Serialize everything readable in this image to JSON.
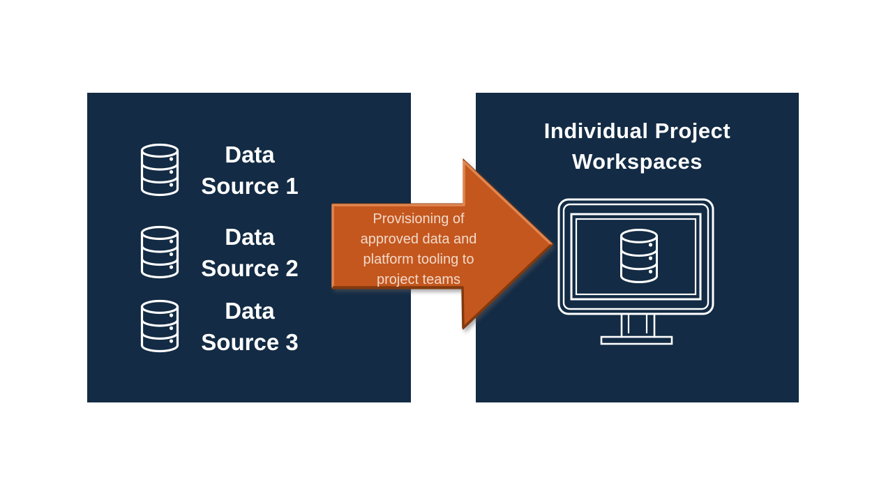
{
  "colors": {
    "panel_bg": "#132B44",
    "arrow_fill": "#C4571E",
    "arrow_highlight": "#E08650",
    "arrow_shadow_edge": "#82390D",
    "arrow_text": "#F2DACA",
    "icon_stroke": "#FFFFFF",
    "text": "#FFFFFF",
    "page_bg": "#FFFFFF"
  },
  "left_panel": {
    "items": [
      {
        "icon": "database-icon",
        "line1": "Data",
        "line2": "Source 1"
      },
      {
        "icon": "database-icon",
        "line1": "Data",
        "line2": "Source 2"
      },
      {
        "icon": "database-icon",
        "line1": "Data",
        "line2": "Source 3"
      }
    ]
  },
  "arrow": {
    "lines": [
      "Provisioning of",
      "approved data and",
      "platform tooling to",
      "project teams"
    ]
  },
  "right_panel": {
    "title_line1": "Individual Project",
    "title_line2": "Workspaces",
    "icon": "monitor-database-icon"
  }
}
